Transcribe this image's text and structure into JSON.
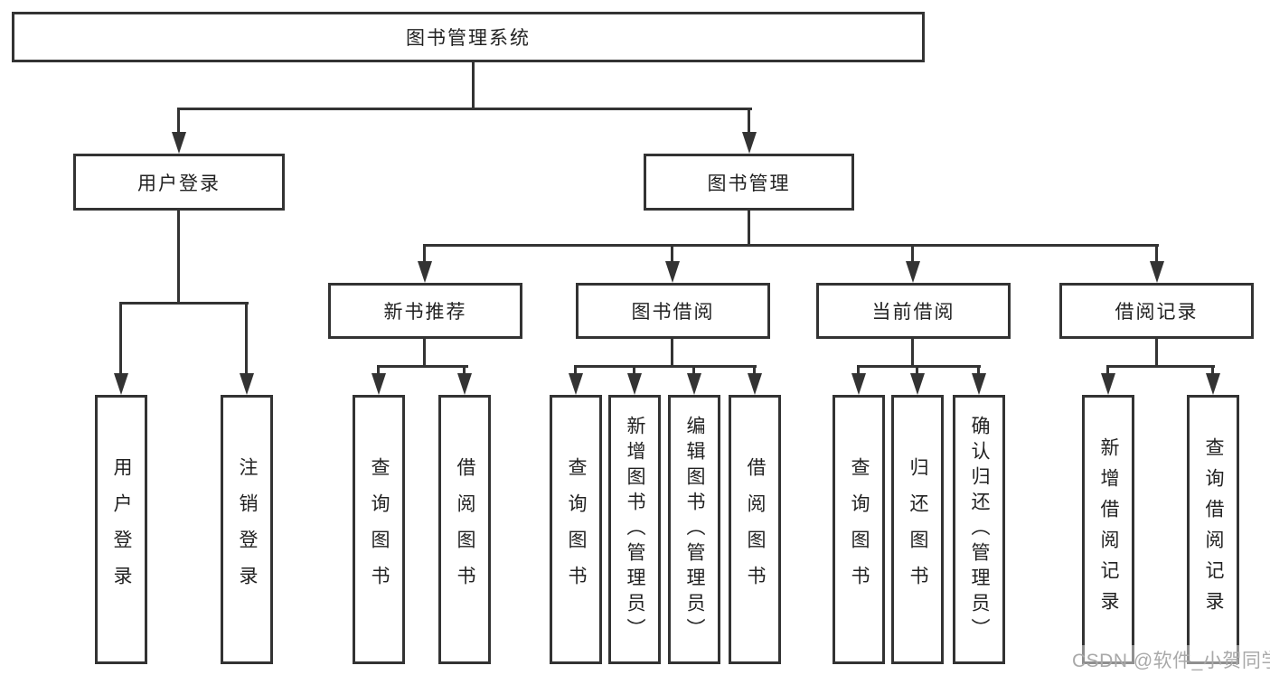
{
  "nodes": {
    "root": "图书管理系统",
    "l2": [
      "用户登录",
      "图书管理"
    ],
    "l3": [
      "新书推荐",
      "图书借阅",
      "当前借阅",
      "借阅记录"
    ],
    "leaves": [
      [
        "用户登录",
        "注销登录"
      ],
      [
        "查询图书",
        "借阅图书"
      ],
      [
        "查询图书",
        "新增图书（管理员）",
        "编辑图书（管理员）",
        "借阅图书"
      ],
      [
        "查询图书",
        "归还图书",
        "确认归还（管理员）"
      ],
      [
        "新增借阅记录",
        "查询借阅记录"
      ]
    ]
  },
  "watermark": "CSDN @软件_小贺同学",
  "colors": {
    "line": "#333333",
    "text": "#222222",
    "watermark_text": "#a9a9a9",
    "background": "#ffffff"
  }
}
